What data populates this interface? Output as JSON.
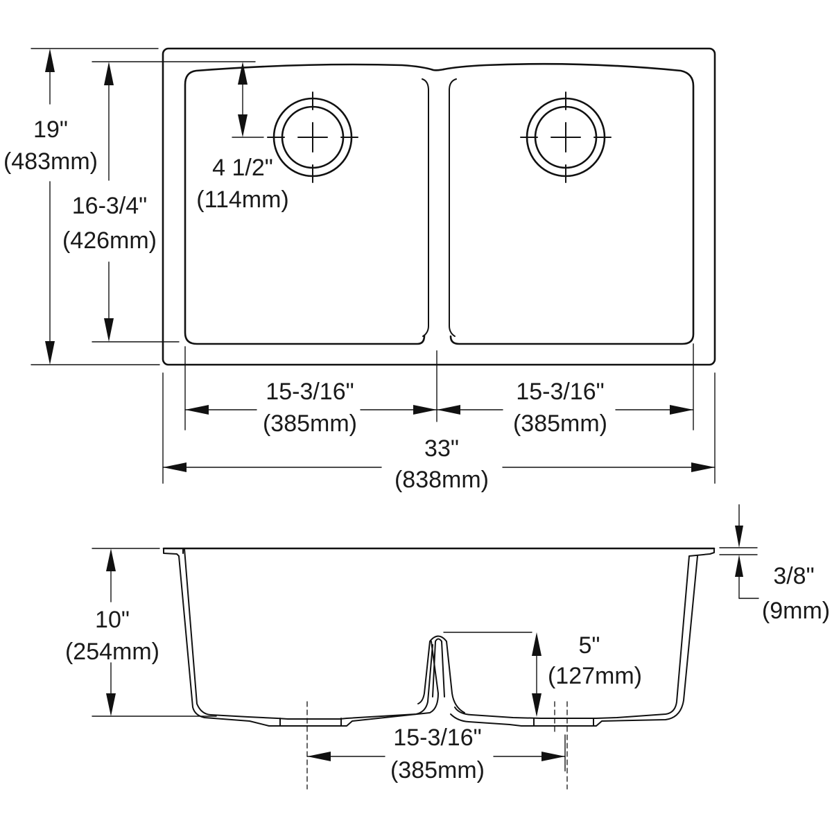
{
  "diagram": {
    "title": "Double bowl undermount sink dimension drawing",
    "views": [
      "top-view",
      "side-section-view"
    ],
    "line_color": "#111111",
    "background": "#ffffff"
  },
  "top_view": {
    "overall_depth": {
      "imperial": "19\"",
      "metric": "(483mm)"
    },
    "bowl_depth": {
      "imperial": "16-3/4\"",
      "metric": "(426mm)"
    },
    "drain_offset": {
      "imperial": "4 1/2\"",
      "metric": "(114mm)"
    },
    "left_bowl_width": {
      "imperial": "15-3/16\"",
      "metric": "(385mm)"
    },
    "right_bowl_width": {
      "imperial": "15-3/16\"",
      "metric": "(385mm)"
    },
    "overall_width": {
      "imperial": "33\"",
      "metric": "(838mm)"
    }
  },
  "side_view": {
    "bowl_height": {
      "imperial": "10\"",
      "metric": "(254mm)"
    },
    "rim_thickness": {
      "imperial": "3/8\"",
      "metric": "(9mm)"
    },
    "divider_height": {
      "imperial": "5\"",
      "metric": "(127mm)"
    },
    "drain_spacing": {
      "imperial": "15-3/16\"",
      "metric": "(385mm)"
    }
  }
}
